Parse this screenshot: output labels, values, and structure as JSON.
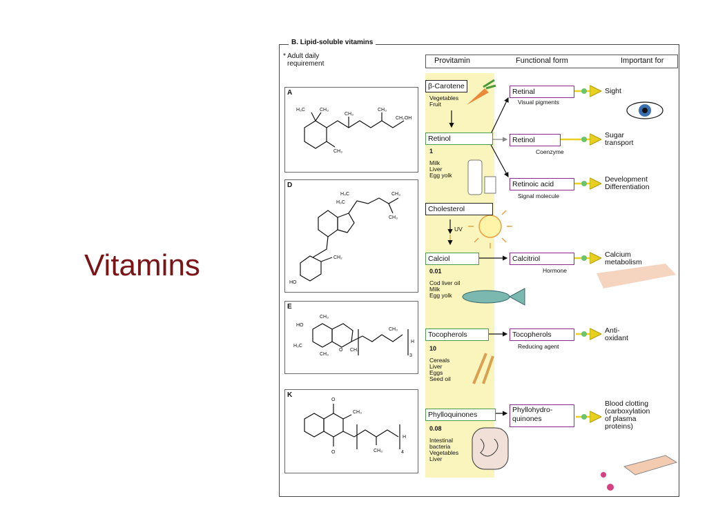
{
  "slide_title": "Vitamins",
  "figure": {
    "section_title": "B. Lipid-soluble vitamins",
    "adult_note": [
      "* Adult daily",
      "requirement"
    ],
    "headers": {
      "provitamin": "Provitamin",
      "functional": "Functional form",
      "important": "Important for"
    },
    "structures": [
      {
        "letter": "A"
      },
      {
        "letter": "D"
      },
      {
        "letter": "E"
      },
      {
        "letter": "K"
      }
    ],
    "vitamin_a": {
      "carotene": "β-Carotene",
      "carotene_sources": [
        "Vegetables",
        "Fruit"
      ],
      "retinol": "Retinol",
      "amount": "1",
      "sources": [
        "Milk",
        "Liver",
        "Egg yolk"
      ],
      "forms": [
        {
          "name": "Retinal",
          "role": "Visual pigments",
          "important": [
            "Sight"
          ]
        },
        {
          "name": "Retinol",
          "role": "Coenzyme",
          "important": [
            "Sugar",
            "transport"
          ]
        },
        {
          "name": "Retinoic acid",
          "role": "Signal molecule",
          "important": [
            "Development",
            "Differentiation"
          ]
        }
      ]
    },
    "vitamin_d": {
      "cholesterol": "Cholesterol",
      "uv": "UV",
      "calciol": "Calciol",
      "amount": "0.01",
      "sources": [
        "Cod liver oil",
        "Milk",
        "Egg yolk"
      ],
      "form": {
        "name": "Calcitriol",
        "role": "Hormone",
        "important": [
          "Calcium",
          "metabolism"
        ]
      }
    },
    "vitamin_e": {
      "provitamin": "Tocopherols",
      "amount": "10",
      "sources": [
        "Cereals",
        "Liver",
        "Eggs",
        "Seed oil"
      ],
      "form": {
        "name": "Tocopherols",
        "role": "Reducing agent",
        "important": [
          "Anti-",
          "oxidant"
        ]
      }
    },
    "vitamin_k": {
      "provitamin": "Phylloquinones",
      "amount": "0.08",
      "sources": [
        "Intestinal",
        "bacteria",
        "Vegetables",
        "Liver"
      ],
      "form": {
        "name": [
          "Phyllohydro-",
          "quinones"
        ],
        "important": [
          "Blood clotting",
          "(carboxylation",
          "of plasma",
          "proteins)"
        ]
      }
    },
    "colors": {
      "title": "#7b1416",
      "band": "#faf4bd",
      "provitamin_border": "#4a9a4a",
      "form_border": "#8b2a8b",
      "plus_arrow": "#e8d020"
    }
  }
}
